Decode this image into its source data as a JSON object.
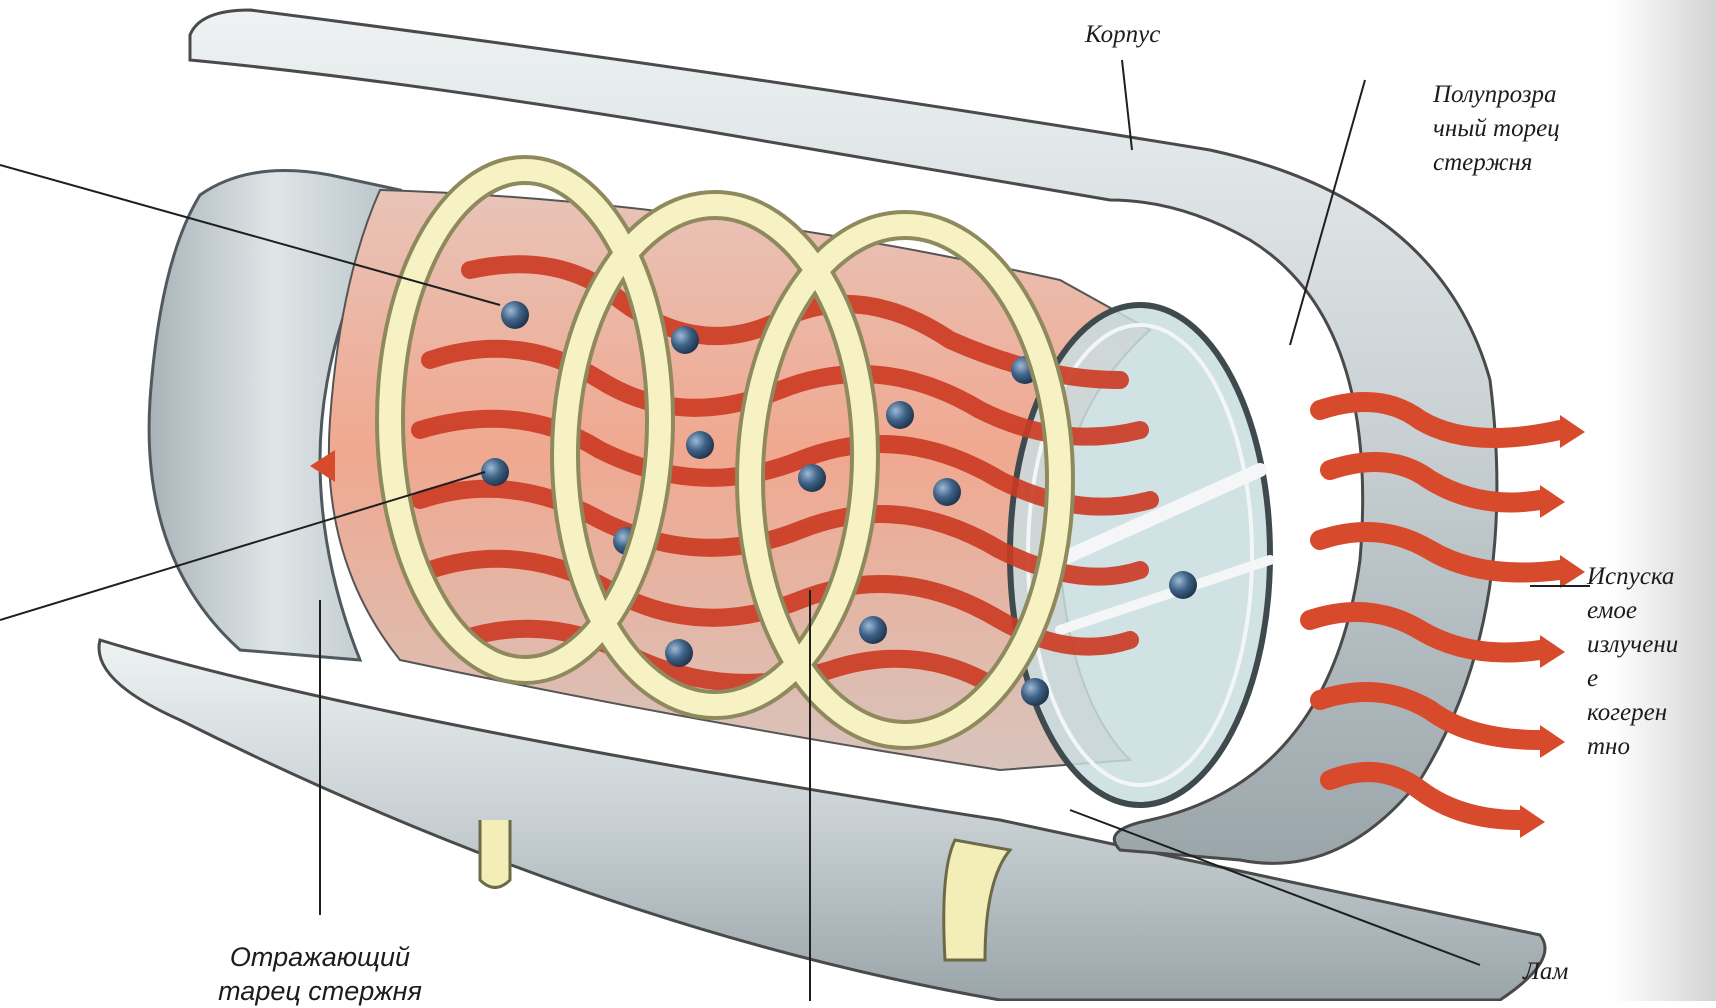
{
  "labels": {
    "housing": "Корпус",
    "semi_transparent_end": "Полупрозра\nчный торец\nстержня",
    "emitted_radiation": "Испуска\nемое\nизлучени\nе\nкогерен\nтно",
    "reflecting_end": "Отражающий\nтарец стержня",
    "lamp": "Лам"
  },
  "colors": {
    "background_right": "#d6d6d6",
    "rod_red": "#cc3a22",
    "atom": "#3b5a7a",
    "ring": "#f3eeb8",
    "metal": "#c4ccd0"
  }
}
